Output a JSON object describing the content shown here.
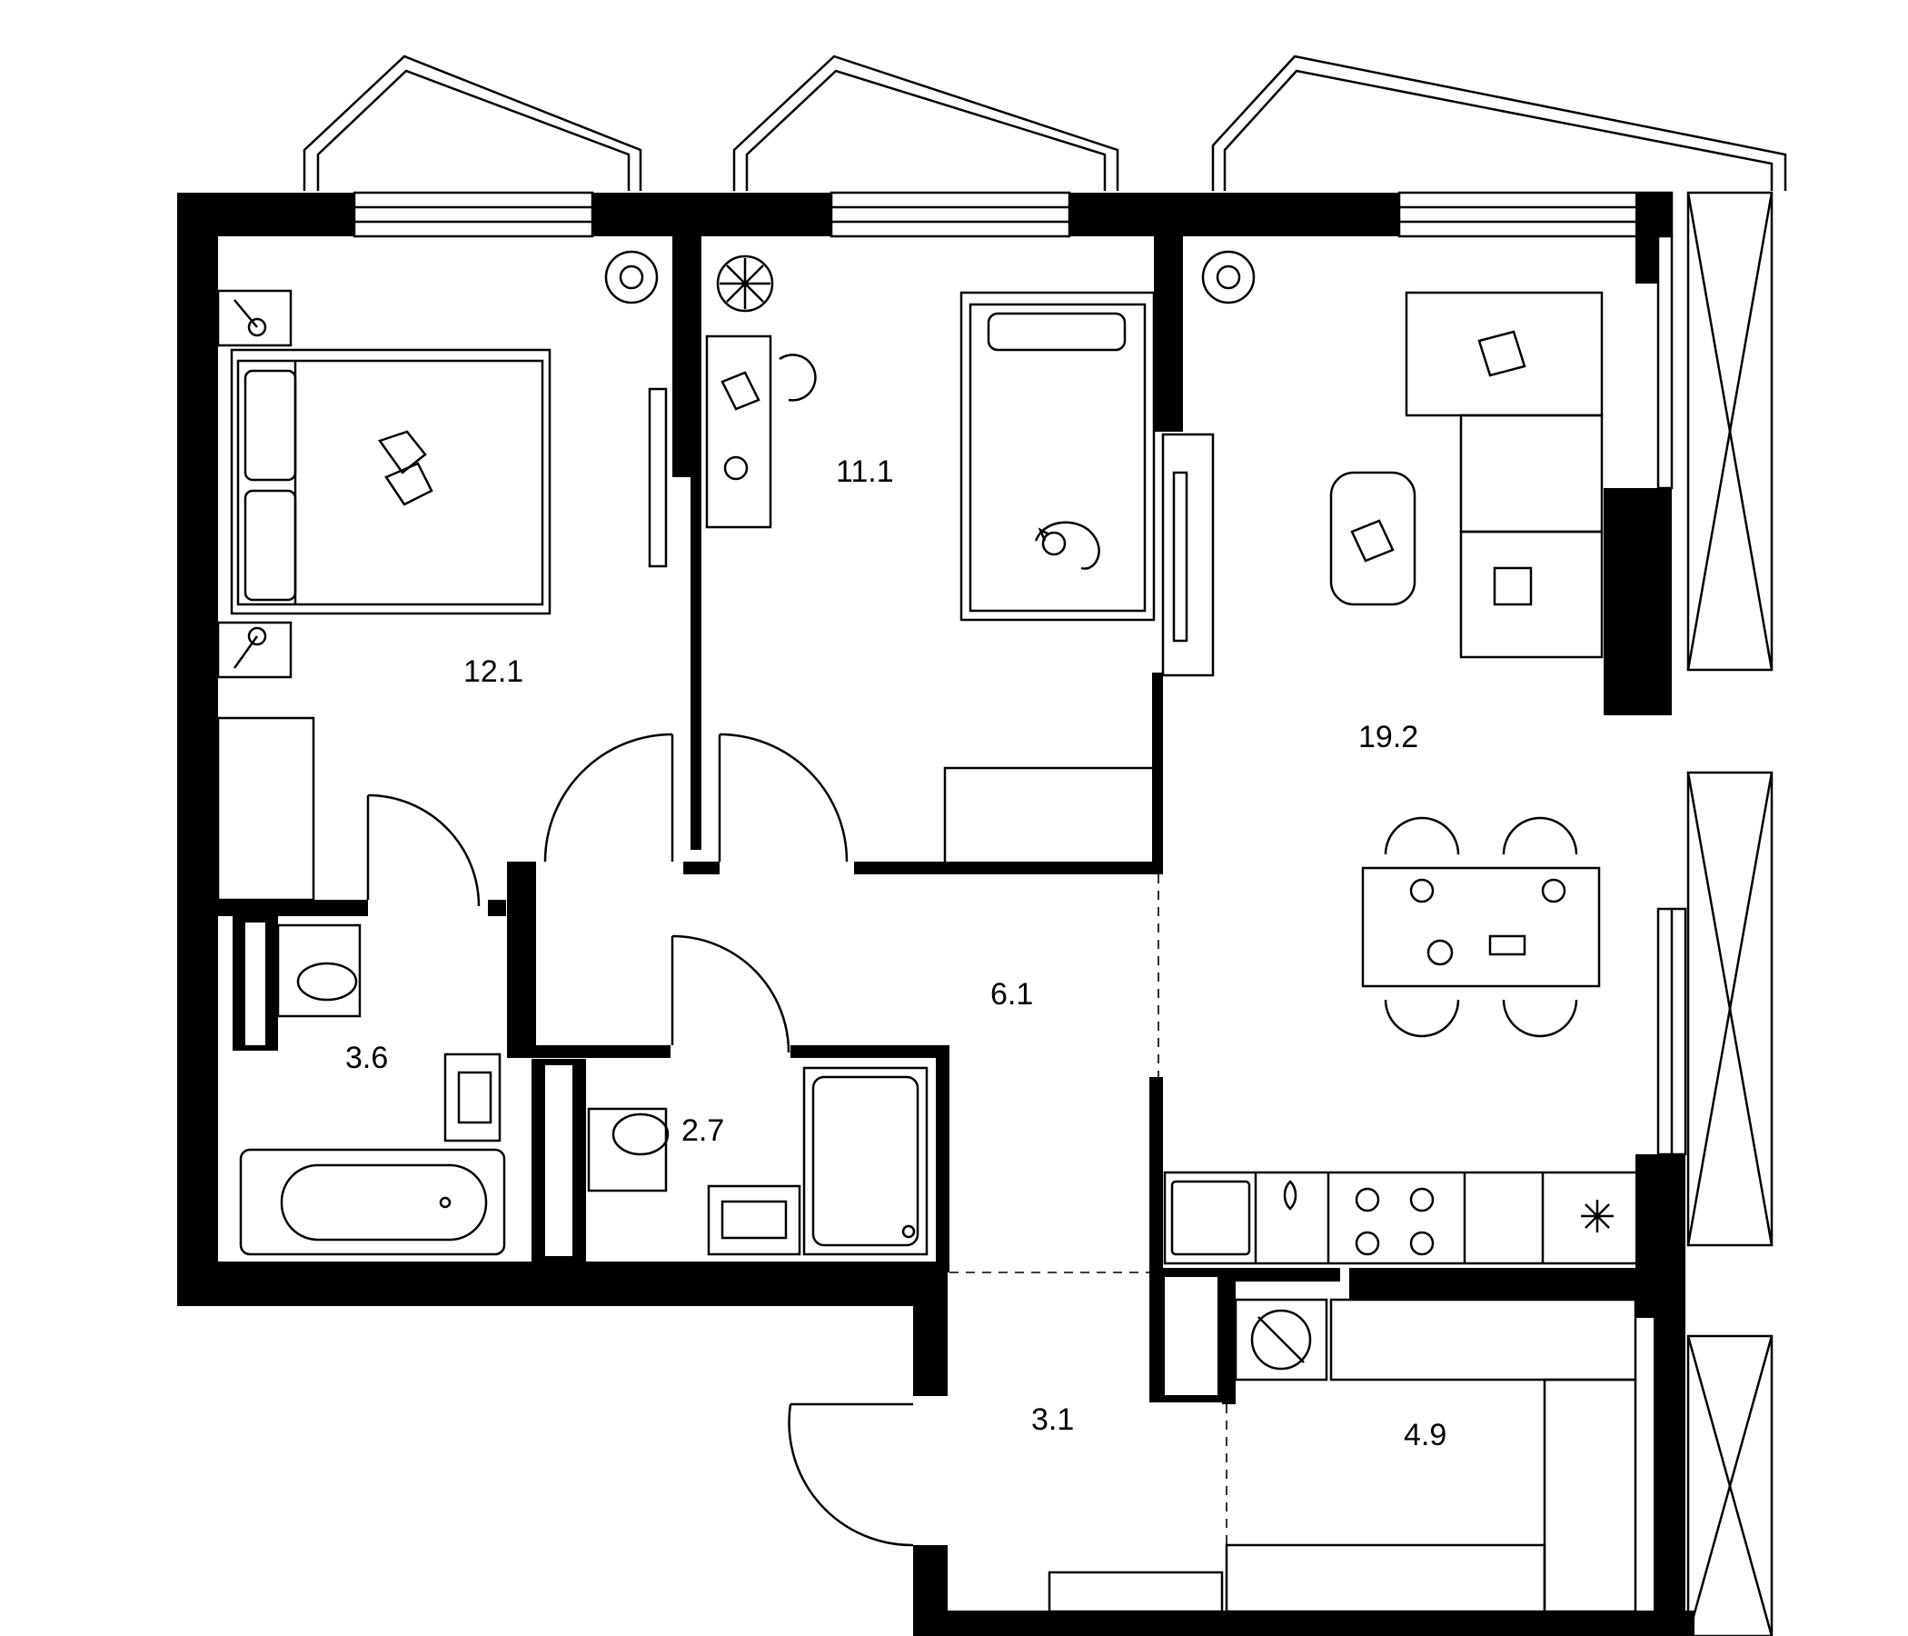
{
  "rooms": {
    "bedroom": "12.1",
    "kids_room": "11.1",
    "living_kitchen": "19.2",
    "bathroom": "3.6",
    "toilet": "2.7",
    "hallway": "6.1",
    "entrance": "3.1",
    "storage": "4.9"
  },
  "icons": [
    "bed-icon",
    "sofa-icon",
    "dining-table-icon",
    "toilet-icon",
    "bathtub-icon",
    "sink-icon",
    "stove-icon",
    "fridge-icon",
    "plant-icon",
    "desk-icon",
    "cat-icon",
    "water-heater-icon"
  ],
  "colors": {
    "wall": "#000000",
    "background": "#ffffff"
  }
}
